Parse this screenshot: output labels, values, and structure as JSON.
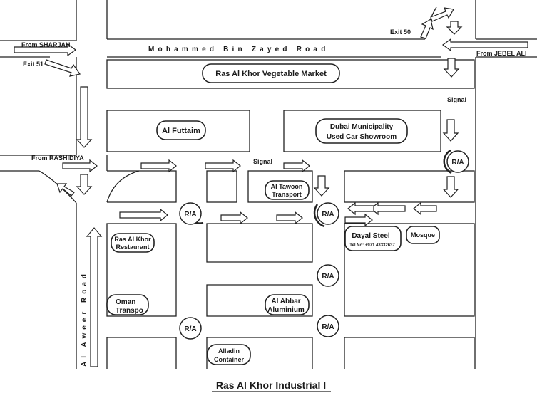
{
  "title": "Ras Al Khor Industrial I",
  "roads": {
    "main_road": "Mohammed Bin Zayed Road",
    "side_road": "Al Aweer Road"
  },
  "directions": {
    "from_sharjah": "From SHARJAH",
    "from_jebel_ali": "From JEBEL ALI",
    "from_rashidiya": "From RASHIDIYA",
    "exit_50": "Exit 50",
    "exit_51": "Exit 51"
  },
  "signals": {
    "signal_1": "Signal",
    "signal_2": "Signal"
  },
  "landmarks": {
    "vegetable_market": "Ras Al Khor Vegetable Market",
    "al_futtaim": "Al Futtaim",
    "dm_line1": "Dubai Municipality",
    "dm_line2": "Used Car Showroom",
    "tawoon_line1": "Al Tawoon",
    "tawoon_line2": "Transport",
    "dayal_name": "Dayal Steel",
    "dayal_tel": "Tel No: +971 43332637",
    "mosque": "Mosque",
    "restaurant_line1": "Ras Al Khor",
    "restaurant_line2": "Restaurant",
    "oman_line1": "Oman",
    "oman_line2": "Transpo",
    "abbar_line1": "Al Abbar",
    "abbar_line2": "Aluminium",
    "alladin_line1": "Alladin",
    "alladin_line2": "Container"
  },
  "roundabout_label": "R/A"
}
